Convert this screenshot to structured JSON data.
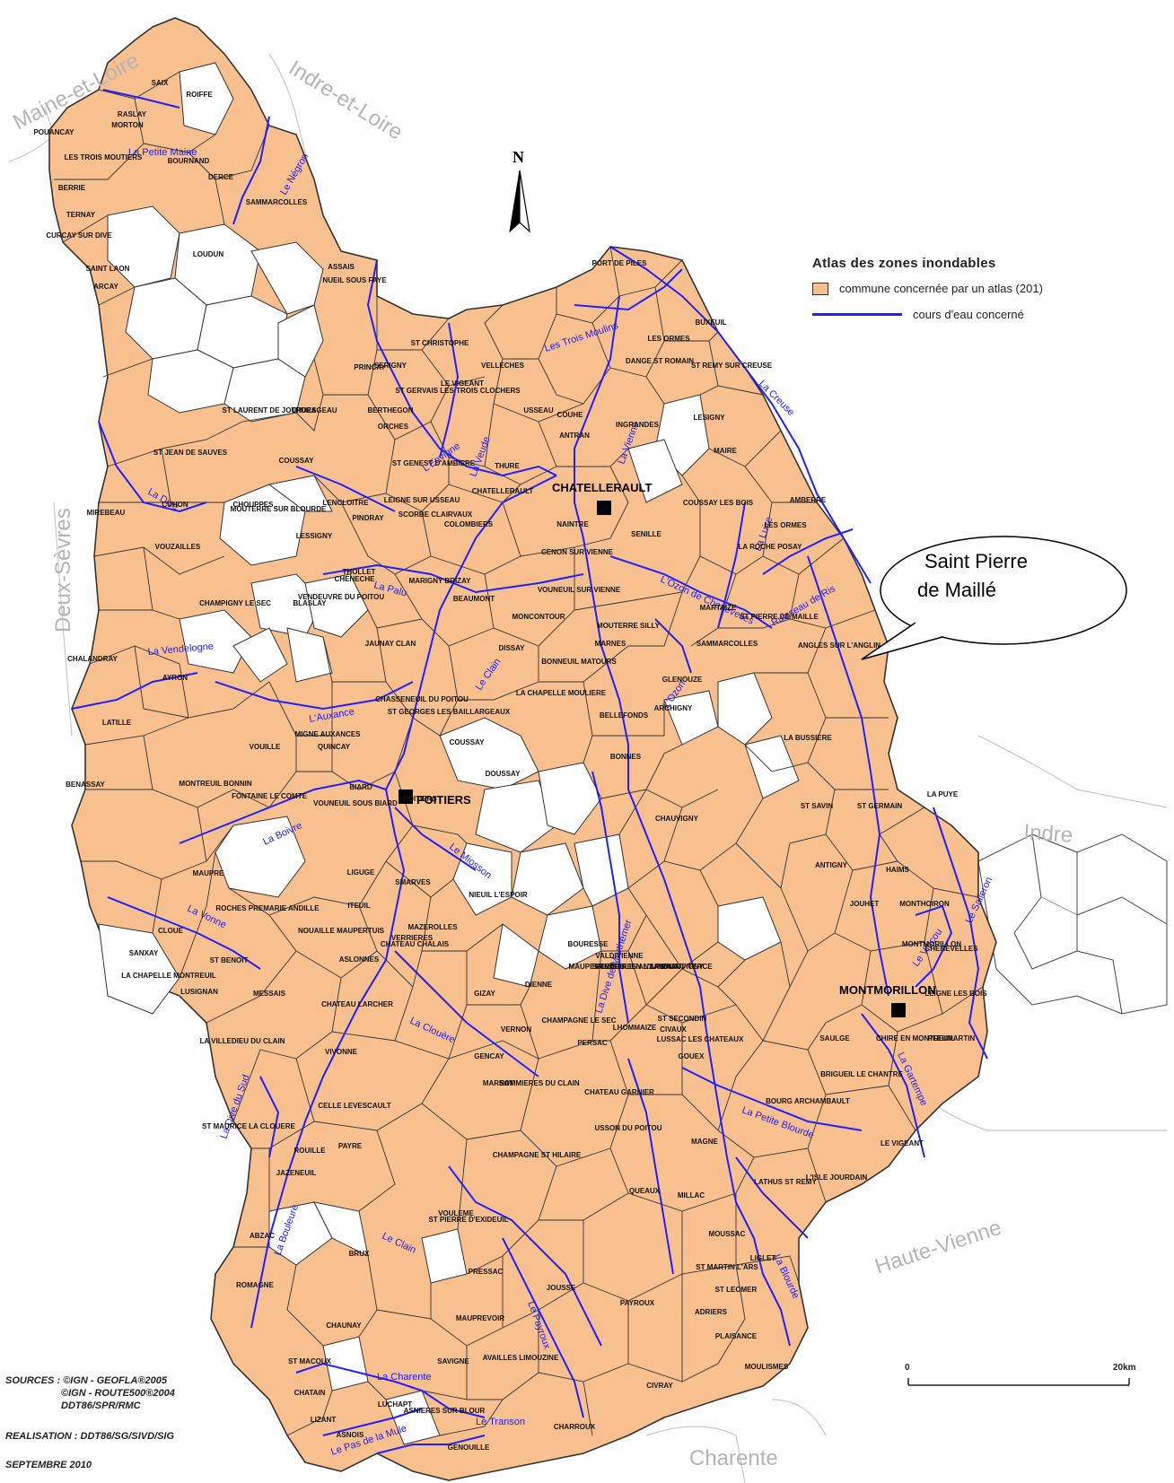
{
  "legend": {
    "title": "Atlas des zones inondables",
    "commune_item": "commune concernée par un atlas  (201)",
    "river_item": "cours d'eau concerné"
  },
  "callout": {
    "line1": "Saint Pierre",
    "line2": "de Maillé"
  },
  "north": "N",
  "scale": {
    "start": "0",
    "end": "20km"
  },
  "credits": {
    "line1": "SOURCES : ©IGN - GEOFLA®2005",
    "line2": "©IGN - ROUTE500®2004",
    "line3": "DDT86/SPR/RMC",
    "line4": "REALISATION : DDT86/SG/SIVD/SIG",
    "line5": "SEPTEMBRE 2010"
  },
  "neighbors": {
    "maine_et_loire": "Maine-et-Loire",
    "indre_et_loire": "Indre-et-Loire",
    "deux_sevres": "Deux-Sèvres",
    "indre": "Indre",
    "haute_vienne": "Haute-Vienne",
    "charente": "Charente"
  },
  "cities": {
    "chatellerault": "CHATELLERAULT",
    "poitiers": "POITIERS",
    "montmorillon": "MONTMORILLON"
  },
  "rivers": {
    "petite_maine": "La Petite Maine",
    "negron": "Le Négron",
    "trois_moulins": "Les Trois Moulins",
    "creuse": "La Creuse",
    "vienne": "La Vienne",
    "envigne": "L'Envigne",
    "veude": "La Veude",
    "dive": "La Dive",
    "palu": "La Palu",
    "ozon_chenevelles": "L'Ozon de Chenevelles",
    "ruisseau_ris": "Ruisseau de Ris",
    "luire": "La Luire",
    "clain": "Le Clain",
    "ozon": "L'Ozon",
    "vendelogne": "La Vendelogne",
    "auxance": "L'Auxance",
    "boivre": "La Boivre",
    "miosson": "Le Miosson",
    "vonne": "La Vonne",
    "salleron": "Le Salleron",
    "vincou": "Le Vincou",
    "gartempe": "La Gartempe",
    "clouere": "La Clouère",
    "dive_couhe": "La Dive du Sud",
    "petite_blourde": "La Petite Blourde",
    "bouleure": "La Bouleure",
    "clain_sud": "Le Clain",
    "payroux": "Le Payroux",
    "blourde": "La Blourde",
    "bouleur_sud": "La Dive",
    "charente_river": "La Charente",
    "pas_de_la_mule": "Le Pas de la Mule",
    "transon": "Le Transon",
    "ozon_moulieres": "La Dive de Morthemer",
    "grande_blourde": "La Dive"
  },
  "communes": [
    "SAIX",
    "ROIFFE",
    "RASLAY",
    "MORTON",
    "POUANCAY",
    "BERRIE",
    "LES TROIS MOUTIERS",
    "BOURNAND",
    "TERNAY",
    "CURCAY SUR DIVE",
    "SAMMARCOLLES",
    "DERCE",
    "LOUDUN",
    "ARCAY",
    "SAINT LAON",
    "NUEIL SOUS FAYE",
    "PORT DE PILES",
    "BUXEUIL",
    "LES ORMES",
    "DANGE ST ROMAIN",
    "ST REMY SUR CREUSE",
    "PRINCAY",
    "ST CHRISTOPHE",
    "ST GERVAIS LES TROIS CLOCHERS",
    "VELLECHES",
    "USSEAU",
    "SERIGNY",
    "BERTHEGON",
    "ORCHES",
    "ANTRAN",
    "INGRANDES",
    "LESIGNY",
    "ST JEAN DE SAUVES",
    "COUSSAY",
    "CUHON",
    "ST GENEST D'AMBIERE",
    "THURE",
    "CHATELLERAULT",
    "MAIRE",
    "LEIGNE SUR USSEAU",
    "SCORBE CLAIRVAUX",
    "LENCLOITRE",
    "COUSSAY LES BOIS",
    "CHOUPPES",
    "COLOMBIERS",
    "NAINTRE",
    "CENON SUR VIENNE",
    "SENILLE",
    "LA ROCHE POSAY",
    "VOUZAILLES",
    "MIREBEAU",
    "CHAMPIGNY LE SEC",
    "BLASLAY",
    "CHENECHE",
    "VENDEUVRE DU POITOU",
    "MARIGNY BRIZAY",
    "BEAUMONT",
    "VOUNEUIL SUR VIENNE",
    "ST PIERRE DE MAILLE",
    "JAUNAY CLAN",
    "DISSAY",
    "ANGLES SUR L'ANGLIN",
    "CHALANDRAY",
    "AYRON",
    "LATILLE",
    "VOUILLE",
    "QUINCAY",
    "CHASSENEUIL DU POITOU",
    "ST GEORGES LES BAILLARGEAUX",
    "BONNEUIL MATOURS",
    "LA CHAPELLE MOULIERE",
    "BELLEFONDS",
    "ARCHIGNY",
    "LA BUSSIERE",
    "POITIERS",
    "MIGNE AUXANCES",
    "BIARD",
    "BENASSAY",
    "MONTREUIL BONNIN",
    "FONTAINE LE COMTE",
    "VOUNEUIL SOUS BIARD",
    "ST SAVIN",
    "ST GERMAIN",
    "LIGUGE",
    "ITEUIL",
    "BONNES",
    "CHAUVIGNY",
    "ANTIGNY",
    "HAIMS",
    "JOUHET",
    "SAULGE",
    "MONTMORILLON",
    "LHOMMAIZE",
    "CIVAUX",
    "VALDIVIENNE",
    "GIZAY",
    "VERNON",
    "SMARVES",
    "NIEUIL L'ESPOIR",
    "LUSSAC LES CHATEAUX",
    "MAZEROLLES",
    "GOUEX",
    "PERSAC",
    "ASLONNES",
    "VIVONNE",
    "CHATEAU LARCHER",
    "LA VILLEDIEU DU CLAIN",
    "CELLE LEVESCAULT",
    "MARNAY",
    "GENCAY",
    "ST MAURICE LA CLOUERE",
    "PAYRE",
    "CHAMPAGNE ST HILAIRE",
    "USSON DU POITOU",
    "QUEAUX",
    "MOUSSAC",
    "ADRIERS",
    "MILLAC",
    "ABZAC",
    "BRUX",
    "ROMAGNE",
    "CHAUNAY",
    "SAVIGNE",
    "CIVRAY",
    "CHARROUX",
    "AVAILLES LIMOUZINE",
    "PRESSAC",
    "MAUPREVOIR",
    "JOUSSE",
    "PAYROUX",
    "ST MARTIN L'ARS",
    "LE VIGEANT",
    "L'ISLE JOURDAIN",
    "LATHUS ST REMY",
    "PLAISANCE",
    "MOULISMES",
    "LUCHAPT",
    "ASNIERES SUR BLOUR",
    "GENOUILLE",
    "ASNOIS",
    "CHATAIN",
    "LIZANT",
    "ST MACOUX",
    "VOULEME",
    "ST PIERRE D'EXIDEUIL",
    "SOMMIERES DU CLAIN",
    "CHATEAU GARNIER",
    "ST SECONDIN",
    "BOURESSE",
    "VERRIERES",
    "MAUPRE",
    "ROCHES PREMARIE ANDILLE",
    "ST BENOIT",
    "LA CHAPELLE MONTREUIL",
    "CLOUE",
    "LUSIGNAN",
    "SANXAY",
    "JAZENEUIL",
    "ROUILLE",
    "CHIRE EN MONTREUIL",
    "MAGNE",
    "CHAMPAGNE LE SEC",
    "COUHE",
    "LE VIGEANT",
    "CHATEAU CHALAIS",
    "AMBERRE",
    "LES ORMES",
    "MARTAIZE",
    "SAMMARCOLLES",
    "LA PUYE",
    "PLEUMARTIN",
    "LEIGNE LES BOIS",
    "CHENEVELLES",
    "MONTHOIRON",
    "BRIGUEIL LE CHANTRE",
    "BOURG ARCHAMBAULT",
    "ST LEOMER",
    "LIGLET",
    "THOLLET",
    "PINDRAY",
    "LESSIGNY",
    "MOUTERRE SUR BLOURDE",
    "ST LAURENT DE JOURDES",
    "ASSAIS",
    "THURAGEAU",
    "COUSSAY",
    "DOUSSAY",
    "MONCONTOUR",
    "MARNES",
    "MOUTERRE SILLY",
    "GLENOUZE",
    "MESSAIS",
    "NOUAILLE MAUPERTUIS",
    "MAUPERTUIS",
    "FLEURE",
    "SAINT JULIEN L'ARS",
    "SEVRES ANXAUMONT",
    "LAVOUX",
    "CHAUVIGNY",
    "TERCE",
    "DIENNE"
  ]
}
